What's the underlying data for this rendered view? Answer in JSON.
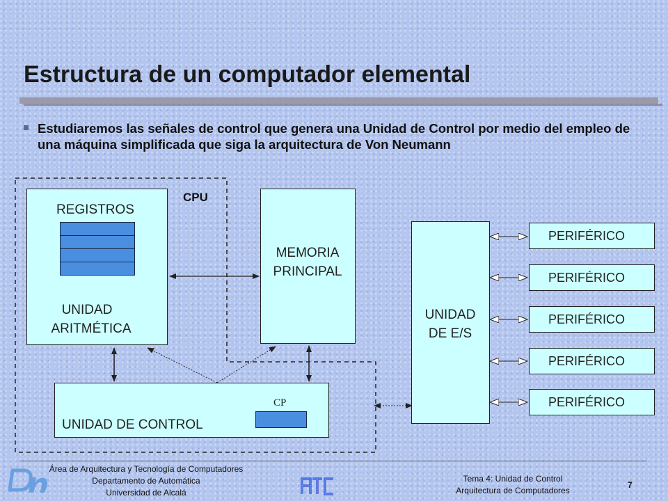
{
  "slide": {
    "title": "Estructura de un computador elemental",
    "bullet": "Estudiaremos las señales de control que genera una Unidad de Control por medio del empleo de una máquina simplificada que siga la arquitectura de Von Neumann"
  },
  "diagram": {
    "cpu_label": "CPU",
    "registers_label": "REGISTROS",
    "alu_label_line1": "UNIDAD",
    "alu_label_line2": "ARITMÉTICA",
    "memory_label_line1": "MEMORIA",
    "memory_label_line2": "PRINCIPAL",
    "control_unit_label": "UNIDAD DE CONTROL",
    "cp_label": "CP",
    "io_label_line1": "UNIDAD",
    "io_label_line2": "DE E/S",
    "peripherals": [
      "PERIFÉRICO",
      "PERIFÉRICO",
      "PERIFÉRICO",
      "PERIFÉRICO",
      "PERIFÉRICO"
    ],
    "colors": {
      "block_fill": "#ccffff",
      "register_fill": "#4a8ee0",
      "line": "#222222"
    }
  },
  "footer": {
    "left_line1": "Área de Arquitectura y Tecnología de Computadores",
    "left_line2": "Departamento de Automática",
    "left_line3": "Universidad de Alcalá",
    "right_line1": "Tema 4: Unidad de Control",
    "right_line2": "Arquitectura de Computadores",
    "page_number": "7",
    "logo_left_icon": "dn-logo-icon",
    "logo_center_icon": "atc-logo-icon"
  }
}
